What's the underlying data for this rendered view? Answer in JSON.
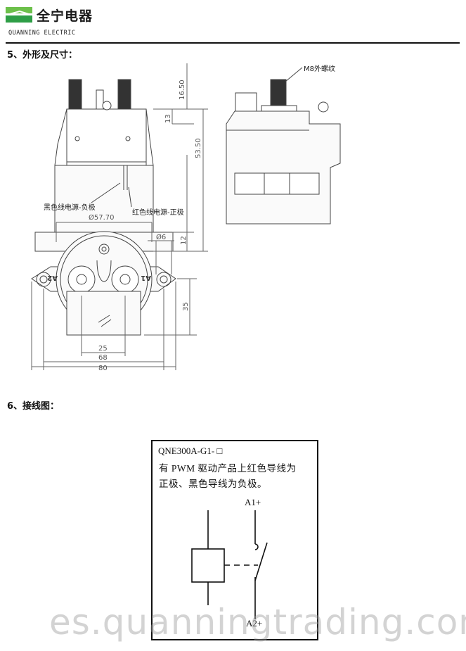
{
  "header": {
    "brand_cn": "全宁电器",
    "brand_en": "QUANNING ELECTRIC",
    "logo_colors": [
      "#2e9e46",
      "#6cc04a"
    ]
  },
  "sections": {
    "dimensions_title": "5、外形及尺寸：",
    "wiring_title": "6、接线图："
  },
  "drawing": {
    "m8_label": "M8外螺纹",
    "black_wire_label": "黑色线电源-负极",
    "red_wire_label": "红色线电源-正极",
    "dims_vertical": [
      "16.50",
      "13",
      "53.50",
      "12"
    ],
    "dia_outer": "Ø57.70",
    "dia_hole": "Ø6",
    "terminal_a1": "A1",
    "terminal_a2": "A2",
    "dim_35": "35",
    "dim_25": "25",
    "dim_68": "68",
    "dim_80": "80"
  },
  "wiring": {
    "model": "QNE300A-G1- □",
    "note_line1": "有 PWM 驱动产品上红色导线为",
    "note_line2": "正极、黑色导线为负极。",
    "terminal_a1": "A1+",
    "terminal_a2": "A2+"
  },
  "watermark": "es.quanningtrading.com"
}
